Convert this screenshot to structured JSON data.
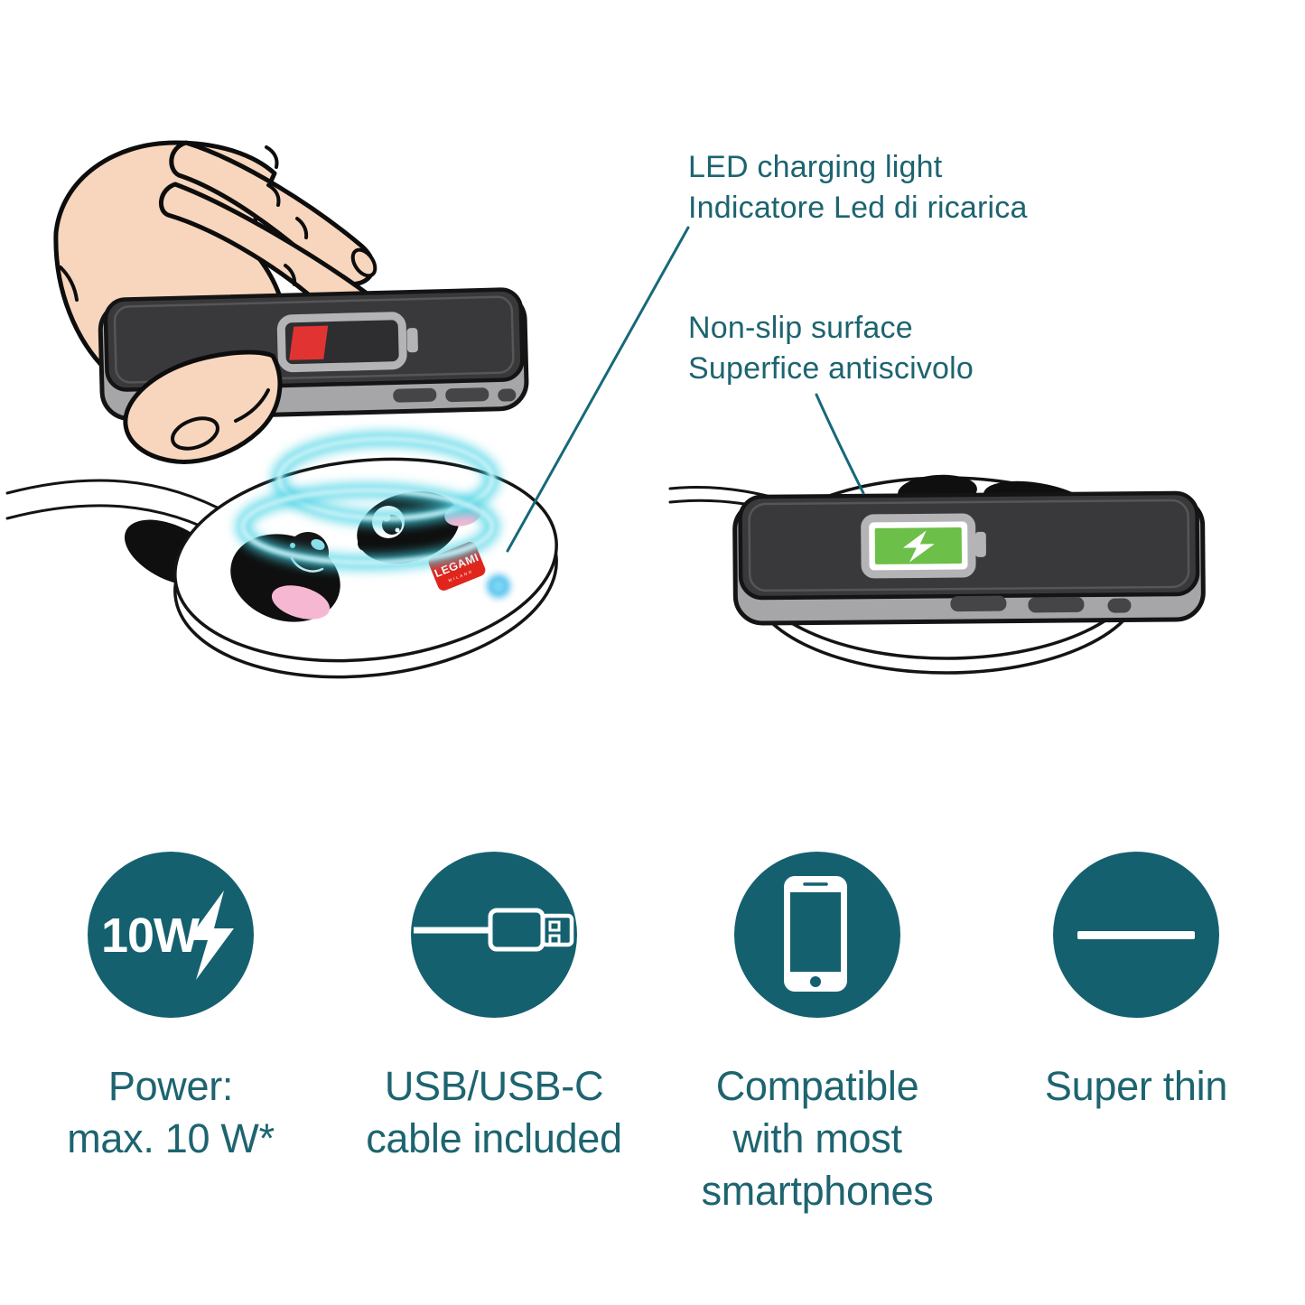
{
  "annotations": {
    "led": {
      "line1": "LED charging light",
      "line2": "Indicatore Led di ricarica"
    },
    "non_slip": {
      "line1": "Non-slip surface",
      "line2": "Superfice antiscivolo"
    }
  },
  "brand": {
    "name": "LEGAMI",
    "sub": "MILANO"
  },
  "features": [
    {
      "name": "power",
      "badge": "10W",
      "caption": "Power:\nmax. 10 W*"
    },
    {
      "name": "usb-cable",
      "caption": "USB/USB-C\ncable included"
    },
    {
      "name": "compatibility",
      "caption": "Compatible\nwith most\nsmartphones"
    },
    {
      "name": "super-thin",
      "caption": "Super thin"
    }
  ],
  "colors": {
    "teal_circle": "#14606F",
    "teal_text": "#1D6470",
    "leader_line": "#16697A",
    "skin": "#F7D6BD",
    "battery_red": "#E23333",
    "battery_green": "#6CBF48",
    "logo_red": "#E0251C",
    "glow_cyan": "#3FD0E2",
    "cheek_pink": "#F6B7D2",
    "phone_dark": "#39393B",
    "phone_gray": "#A6A6A9"
  }
}
